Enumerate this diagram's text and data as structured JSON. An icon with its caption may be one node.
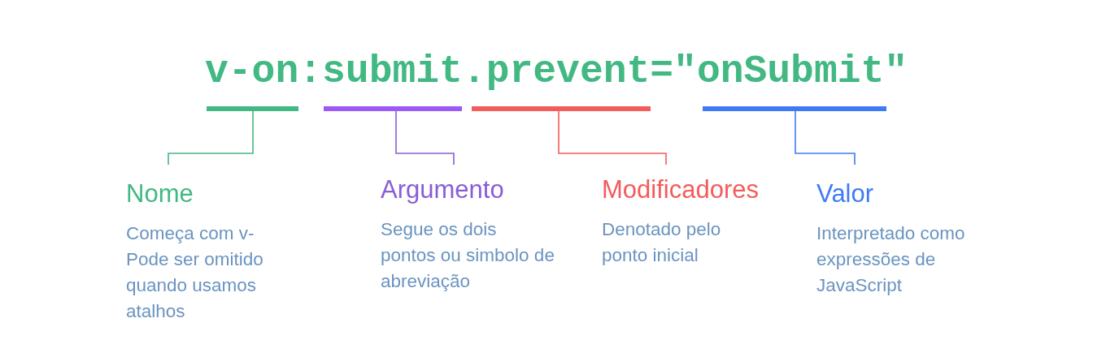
{
  "diagram": {
    "nodes": [
      {
        "text": [],
        "shape": "bar"
      },
      {
        "text": [],
        "shape": "bar"
      },
      {
        "text": [],
        "shape": "bar"
      },
      {
        "text": [],
        "shape": "bar"
      },
      {
        "text": [
          "Nome",
          "Começa com v- Pode ser omitido quando usamos atalhos"
        ]
      },
      {
        "text": [
          "Argumento",
          "Segue os dois pontos ou simbolo de abreviação"
        ]
      },
      {
        "text": [
          "Modificadores",
          "Denotado pelo ponto inicial"
        ]
      },
      {
        "text": [
          "Valor",
          "Interpretado como expressões de JavaScript"
        ]
      }
    ],
    "edges": [
      {
        "from": 0,
        "to": 4,
        "arrow": "none",
        "color": "#42b883"
      },
      {
        "from": 1,
        "to": 5,
        "arrow": "none",
        "color": "#8a5cd6"
      },
      {
        "from": 2,
        "to": 6,
        "arrow": "none",
        "color": "#f45b5b"
      },
      {
        "from": 3,
        "to": 7,
        "arrow": "none",
        "color": "#3f7af5"
      }
    ],
    "labels": [
      "v-on:submit.prevent=\"onSubmit\""
    ]
  }
}
